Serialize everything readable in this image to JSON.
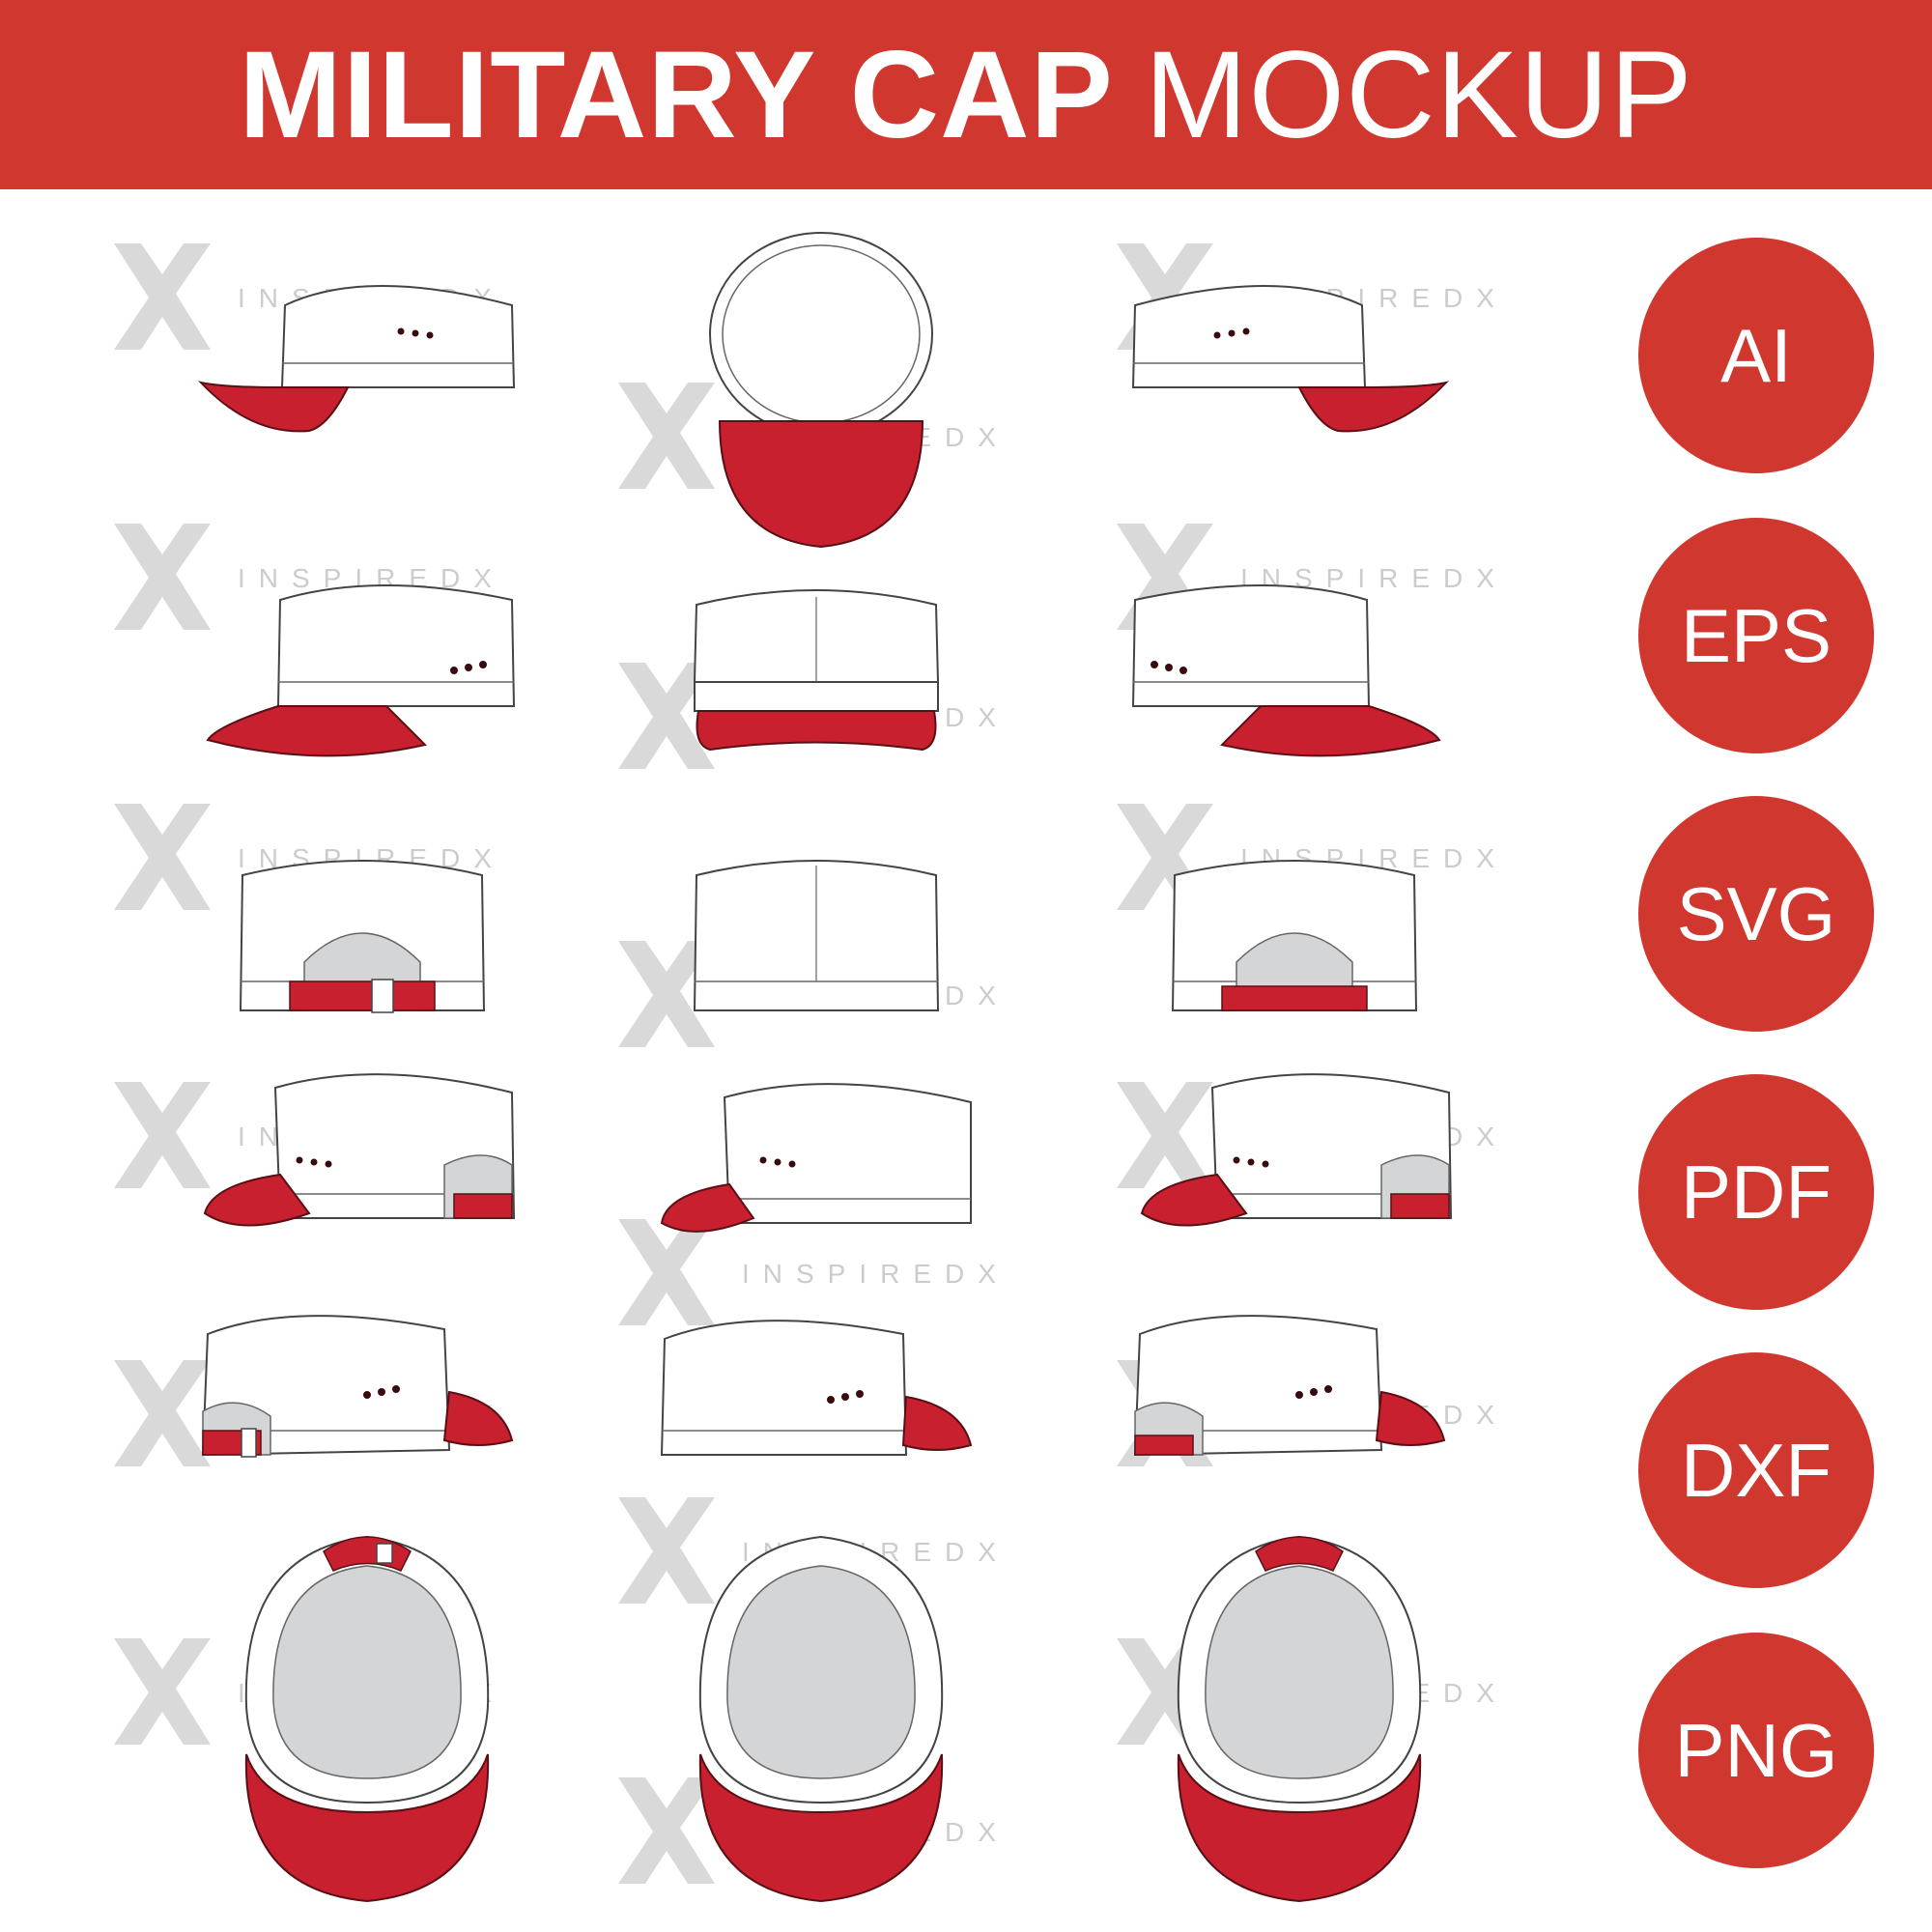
{
  "header": {
    "title_bold": "MILITARY CAP",
    "title_light": "MOCKUP"
  },
  "formats": [
    "AI",
    "EPS",
    "SVG",
    "PDF",
    "DXF",
    "PNG"
  ],
  "watermark": {
    "text": "INSPIREDX"
  },
  "colors": {
    "brand": "#d0382f",
    "cap_red": "#c8202e",
    "cap_white": "#ffffff",
    "lining_gray": "#d4d5d7",
    "watermark": "#cccccc"
  }
}
